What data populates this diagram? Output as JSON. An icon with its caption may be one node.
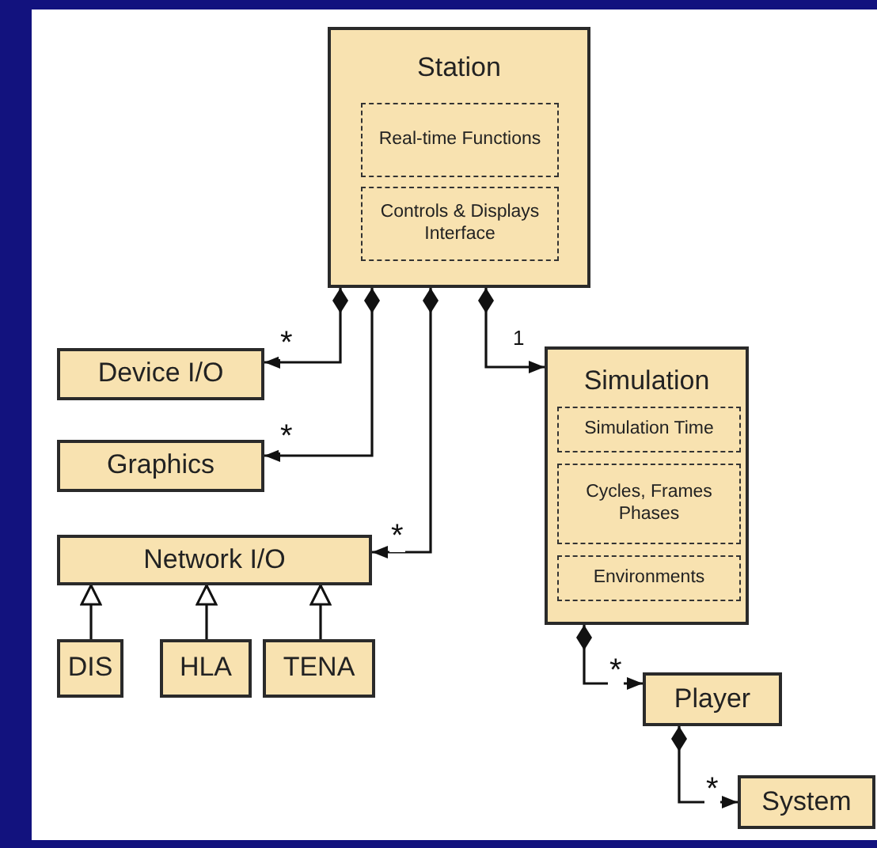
{
  "diagram": {
    "nodes": [
      {
        "text": [
          "Station"
        ]
      },
      {
        "text": [
          "Real-time Functions"
        ],
        "in": 0
      },
      {
        "text": [
          "Controls & Displays Interface"
        ],
        "in": 0
      },
      {
        "text": [
          "Device I/O"
        ]
      },
      {
        "text": [
          "Graphics"
        ]
      },
      {
        "text": [
          "Network I/O"
        ]
      },
      {
        "text": [
          "DIS"
        ]
      },
      {
        "text": [
          "HLA"
        ]
      },
      {
        "text": [
          "TENA"
        ]
      },
      {
        "text": [
          "Simulation"
        ]
      },
      {
        "text": [
          "Simulation Time"
        ],
        "in": 9
      },
      {
        "text": [
          "Cycles, Frames Phases"
        ],
        "in": 9
      },
      {
        "text": [
          "Environments"
        ],
        "in": 9
      },
      {
        "text": [
          "Player"
        ]
      },
      {
        "text": [
          "System"
        ]
      }
    ],
    "edges": [
      {
        "from": 0,
        "to": 3,
        "arrow": "to",
        "label": "*"
      },
      {
        "from": 0,
        "to": 4,
        "arrow": "to",
        "label": "*"
      },
      {
        "from": 0,
        "to": 5,
        "arrow": "to",
        "label": "*"
      },
      {
        "from": 0,
        "to": 9,
        "arrow": "to",
        "label": "1"
      },
      {
        "from": 9,
        "to": 13,
        "arrow": "to",
        "label": "*"
      },
      {
        "from": 13,
        "to": 14,
        "arrow": "to",
        "label": "*"
      },
      {
        "from": 6,
        "to": 5,
        "arrow": "to"
      },
      {
        "from": 7,
        "to": 5,
        "arrow": "to"
      },
      {
        "from": 8,
        "to": 5,
        "arrow": "to"
      }
    ]
  }
}
